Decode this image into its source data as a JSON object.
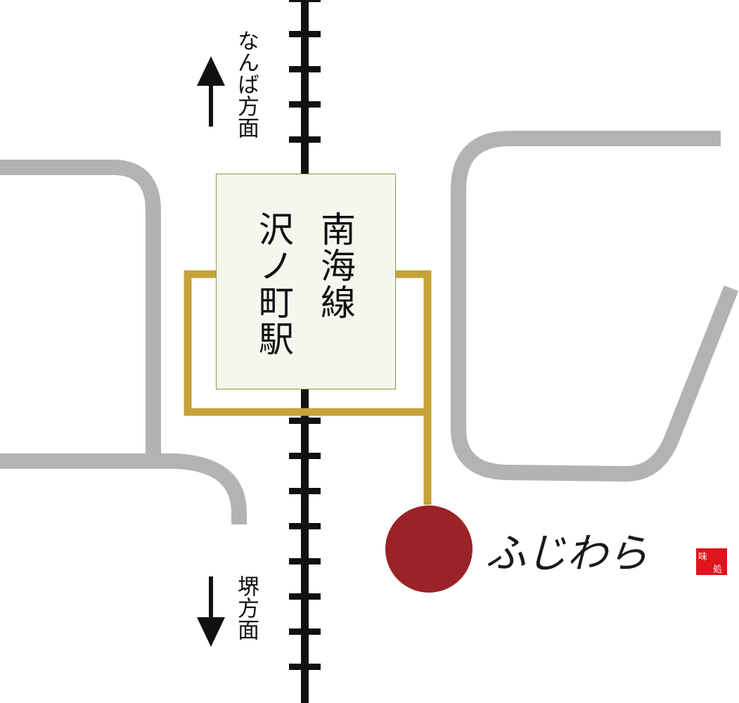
{
  "station": {
    "line": "南海線",
    "name": "沢ノ町駅"
  },
  "directions": {
    "north": "なんば方面",
    "south": "堺方面"
  },
  "shop": {
    "name": "ふじわら",
    "stamp": "味処"
  },
  "colors": {
    "road": "#b3b3b3",
    "railway": "#111111",
    "route": "#c7a23a",
    "station_fill": "#f6f5ee",
    "station_border": "#8a9a3a",
    "shop_marker": "#9b2226",
    "stamp": "#e0141e"
  },
  "icons": {
    "north_arrow": "arrow-up-icon",
    "south_arrow": "arrow-down-icon",
    "shop_marker": "circle-marker-icon"
  }
}
